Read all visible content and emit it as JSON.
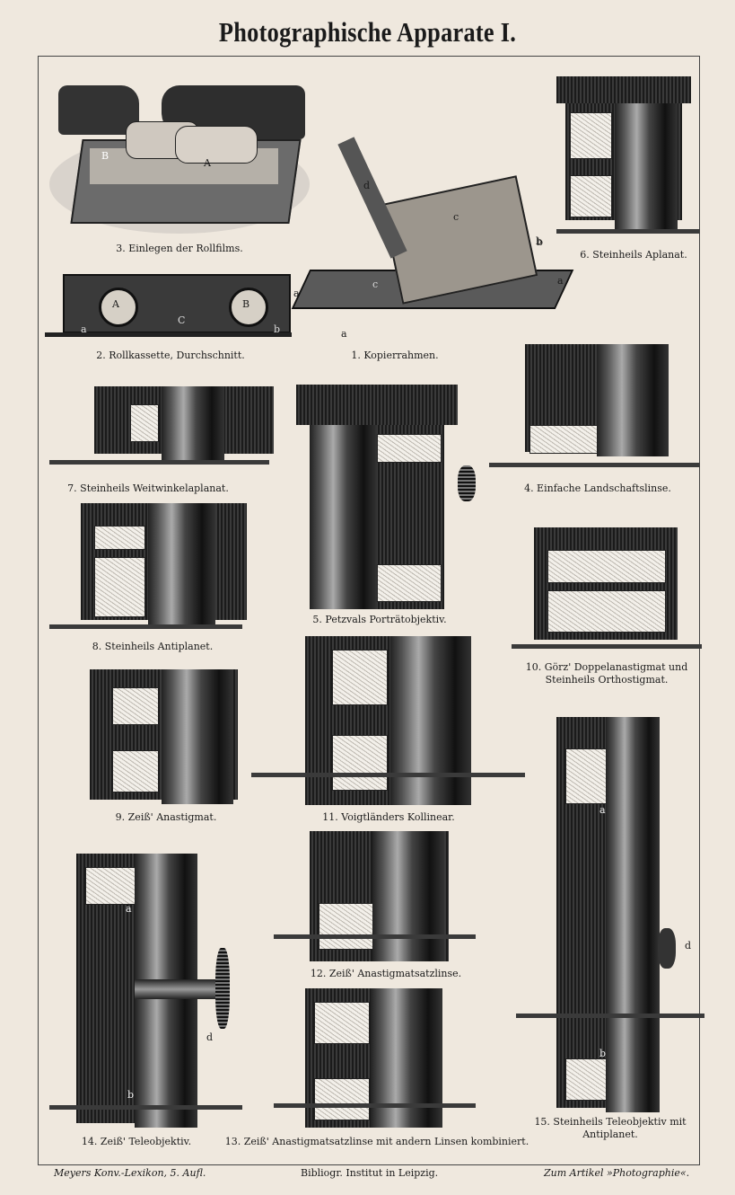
{
  "title": "Photographische Apparate I.",
  "figures": [
    {
      "id": "3",
      "caption": "3. Einlegen der Rollfilms.",
      "labels": [
        "A",
        "B"
      ]
    },
    {
      "id": "6",
      "caption": "6. Steinheils Aplanat.",
      "labels": [
        "b"
      ]
    },
    {
      "id": "2",
      "caption": "2. Rollkassette, Durchschnitt.",
      "labels": [
        "A",
        "B",
        "C",
        "a",
        "b"
      ]
    },
    {
      "id": "1",
      "caption": "1. Kopierrahmen.",
      "labels": [
        "a",
        "a",
        "a",
        "b",
        "c",
        "c",
        "d"
      ]
    },
    {
      "id": "7",
      "caption": "7. Steinheils Weitwinkelaplanat."
    },
    {
      "id": "4",
      "caption": "4. Einfache Landschaftslinse."
    },
    {
      "id": "8",
      "caption": "8. Steinheils Antiplanet."
    },
    {
      "id": "5",
      "caption": "5. Petzvals Porträtobjektiv."
    },
    {
      "id": "10",
      "caption_line1": "10. Görz' Doppelanastigmat und",
      "caption_line2": "Steinheils Orthostigmat."
    },
    {
      "id": "9",
      "caption": "9. Zeiß' Anastigmat."
    },
    {
      "id": "11",
      "caption": "11. Voigtländers Kollinear."
    },
    {
      "id": "12",
      "caption": "12. Zeiß' Anastigmatsatzlinse."
    },
    {
      "id": "14",
      "caption": "14. Zeiß' Teleobjektiv.",
      "labels": [
        "a",
        "b",
        "d"
      ]
    },
    {
      "id": "13",
      "caption": "13. Zeiß' Anastigmatsatzlinse mit andern Linsen kombiniert."
    },
    {
      "id": "15",
      "caption_line1": "15. Steinheils Teleobjektiv mit",
      "caption_line2": "Antiplanet.",
      "labels": [
        "a",
        "b",
        "d"
      ]
    }
  ],
  "footer": {
    "left": "Meyers Konv.-Lexikon, 5. Aufl.",
    "center": "Bibliogr. Institut in Leipzig.",
    "right": "Zum Artikel »Photographie«."
  }
}
